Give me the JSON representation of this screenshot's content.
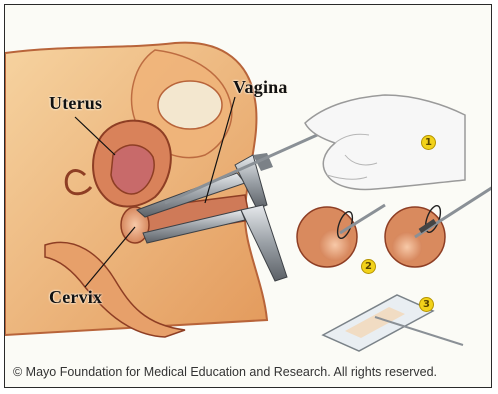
{
  "labels": {
    "uterus": "Uterus",
    "vagina": "Vagina",
    "cervix": "Cervix"
  },
  "steps": [
    "1",
    "2",
    "3"
  ],
  "copyright": "© Mayo Foundation for Medical Education and Research. All rights reserved.",
  "colors": {
    "tissue_light": "#f2c58e",
    "tissue_mid": "#e49a5e",
    "tissue_dark": "#b8643a",
    "uterus_inner": "#c86a6a",
    "instrument": "#9aa0a6",
    "glove": "#f4f4f4",
    "badge": "#f2d21a"
  },
  "icons": [
    "speculum-icon",
    "gloved-hand-icon",
    "brush-icon",
    "glass-slide-icon"
  ]
}
